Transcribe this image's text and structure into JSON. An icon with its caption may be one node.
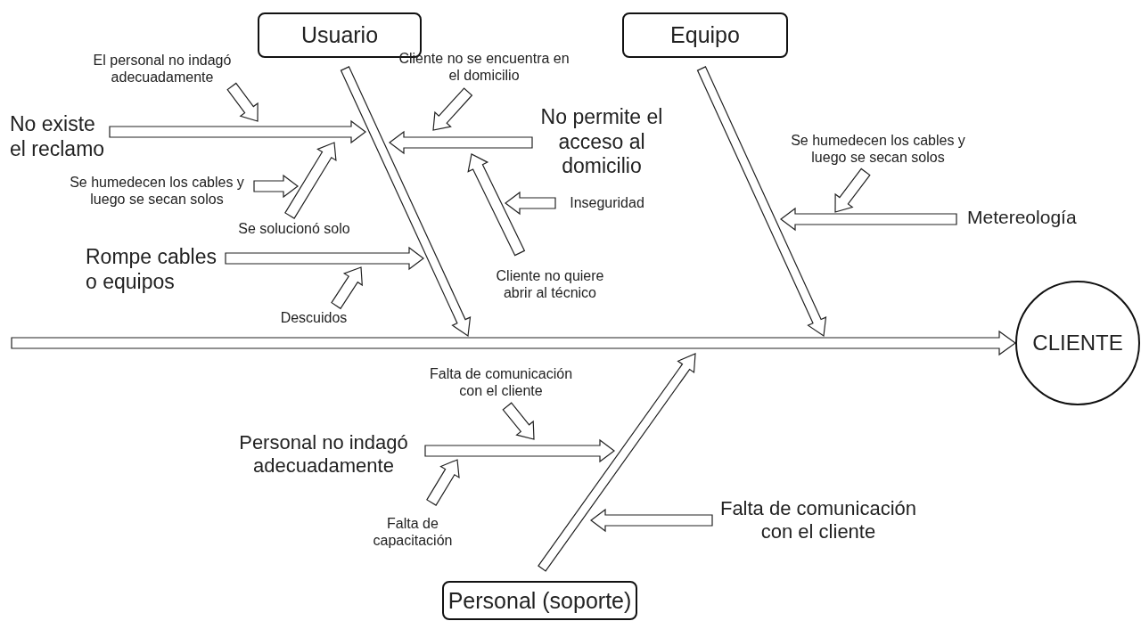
{
  "diagram": {
    "nodes": [
      {
        "text": [
          "Usuario"
        ]
      },
      {
        "text": [
          "Equipo"
        ]
      },
      {
        "text": [
          "Personal (soporte)"
        ]
      },
      {
        "text": [
          "CLIENTE"
        ]
      },
      {
        "text": [
          "El personal no indagó adecuadamente"
        ]
      },
      {
        "text": [
          "No existe el reclamo"
        ]
      },
      {
        "text": [
          "Se humedecen los cables y luego se secan solos"
        ]
      },
      {
        "text": [
          "Se solucionó solo"
        ]
      },
      {
        "text": [
          "Rompe cables o equipos"
        ]
      },
      {
        "text": [
          "Descuidos"
        ]
      },
      {
        "text": [
          "Cliente no se encuentra en el domicilio"
        ]
      },
      {
        "text": [
          "No permite el acceso al domicilio"
        ]
      },
      {
        "text": [
          "Inseguridad"
        ]
      },
      {
        "text": [
          "Cliente no quiere abrir al técnico"
        ]
      },
      {
        "text": [
          "Se humedecen los cables y luego se secan solos"
        ]
      },
      {
        "text": [
          "Metereología"
        ]
      },
      {
        "text": [
          "Falta de comunicación con el cliente"
        ]
      },
      {
        "text": [
          "Personal no indagó adecuadamente"
        ]
      },
      {
        "text": [
          "Falta de capacitación"
        ]
      },
      {
        "text": [
          "Falta de comunicación con el cliente"
        ]
      }
    ],
    "edges": [
      {
        "from": null,
        "to": 3,
        "arrow": "to"
      },
      {
        "from": 0,
        "to": null,
        "arrow": "to"
      },
      {
        "from": 1,
        "to": null,
        "arrow": "to"
      },
      {
        "from": 2,
        "to": null,
        "arrow": "to"
      },
      {
        "from": 5,
        "to": null,
        "arrow": "to"
      },
      {
        "from": 4,
        "to": null,
        "arrow": "to"
      },
      {
        "from": 7,
        "to": null,
        "arrow": "to"
      },
      {
        "from": 6,
        "to": null,
        "arrow": "to"
      },
      {
        "from": 8,
        "to": null,
        "arrow": "to"
      },
      {
        "from": 9,
        "to": null,
        "arrow": "to"
      },
      {
        "from": 11,
        "to": null,
        "arrow": "to"
      },
      {
        "from": 10,
        "to": null,
        "arrow": "to"
      },
      {
        "from": 13,
        "to": null,
        "arrow": "to"
      },
      {
        "from": 12,
        "to": null,
        "arrow": "to"
      },
      {
        "from": 15,
        "to": null,
        "arrow": "to"
      },
      {
        "from": 14,
        "to": null,
        "arrow": "to"
      },
      {
        "from": 17,
        "to": null,
        "arrow": "to"
      },
      {
        "from": 16,
        "to": null,
        "arrow": "to"
      },
      {
        "from": 18,
        "to": null,
        "arrow": "to"
      },
      {
        "from": 19,
        "to": null,
        "arrow": "to"
      }
    ]
  }
}
